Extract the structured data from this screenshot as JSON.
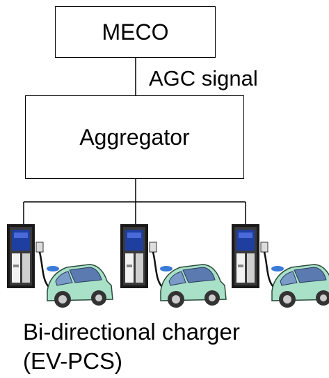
{
  "diagram": {
    "top_node": {
      "label": "MECO"
    },
    "edge_label": "AGC signal",
    "middle_node": {
      "label": "Aggregator"
    },
    "devices": [
      {
        "icon": "ev-charger-with-car-icon"
      },
      {
        "icon": "ev-charger-with-car-icon"
      },
      {
        "icon": "ev-charger-with-car-icon"
      }
    ],
    "caption_line1": "Bi-directional charger",
    "caption_line2": "(EV-PCS)",
    "colors": {
      "charger_body": "#1a1a1a",
      "charger_screen": "#1f3fa0",
      "car_body": "#a8e0c8",
      "car_window": "#5a7ab0",
      "car_light": "#3a7ad8",
      "line": "#000000"
    }
  }
}
